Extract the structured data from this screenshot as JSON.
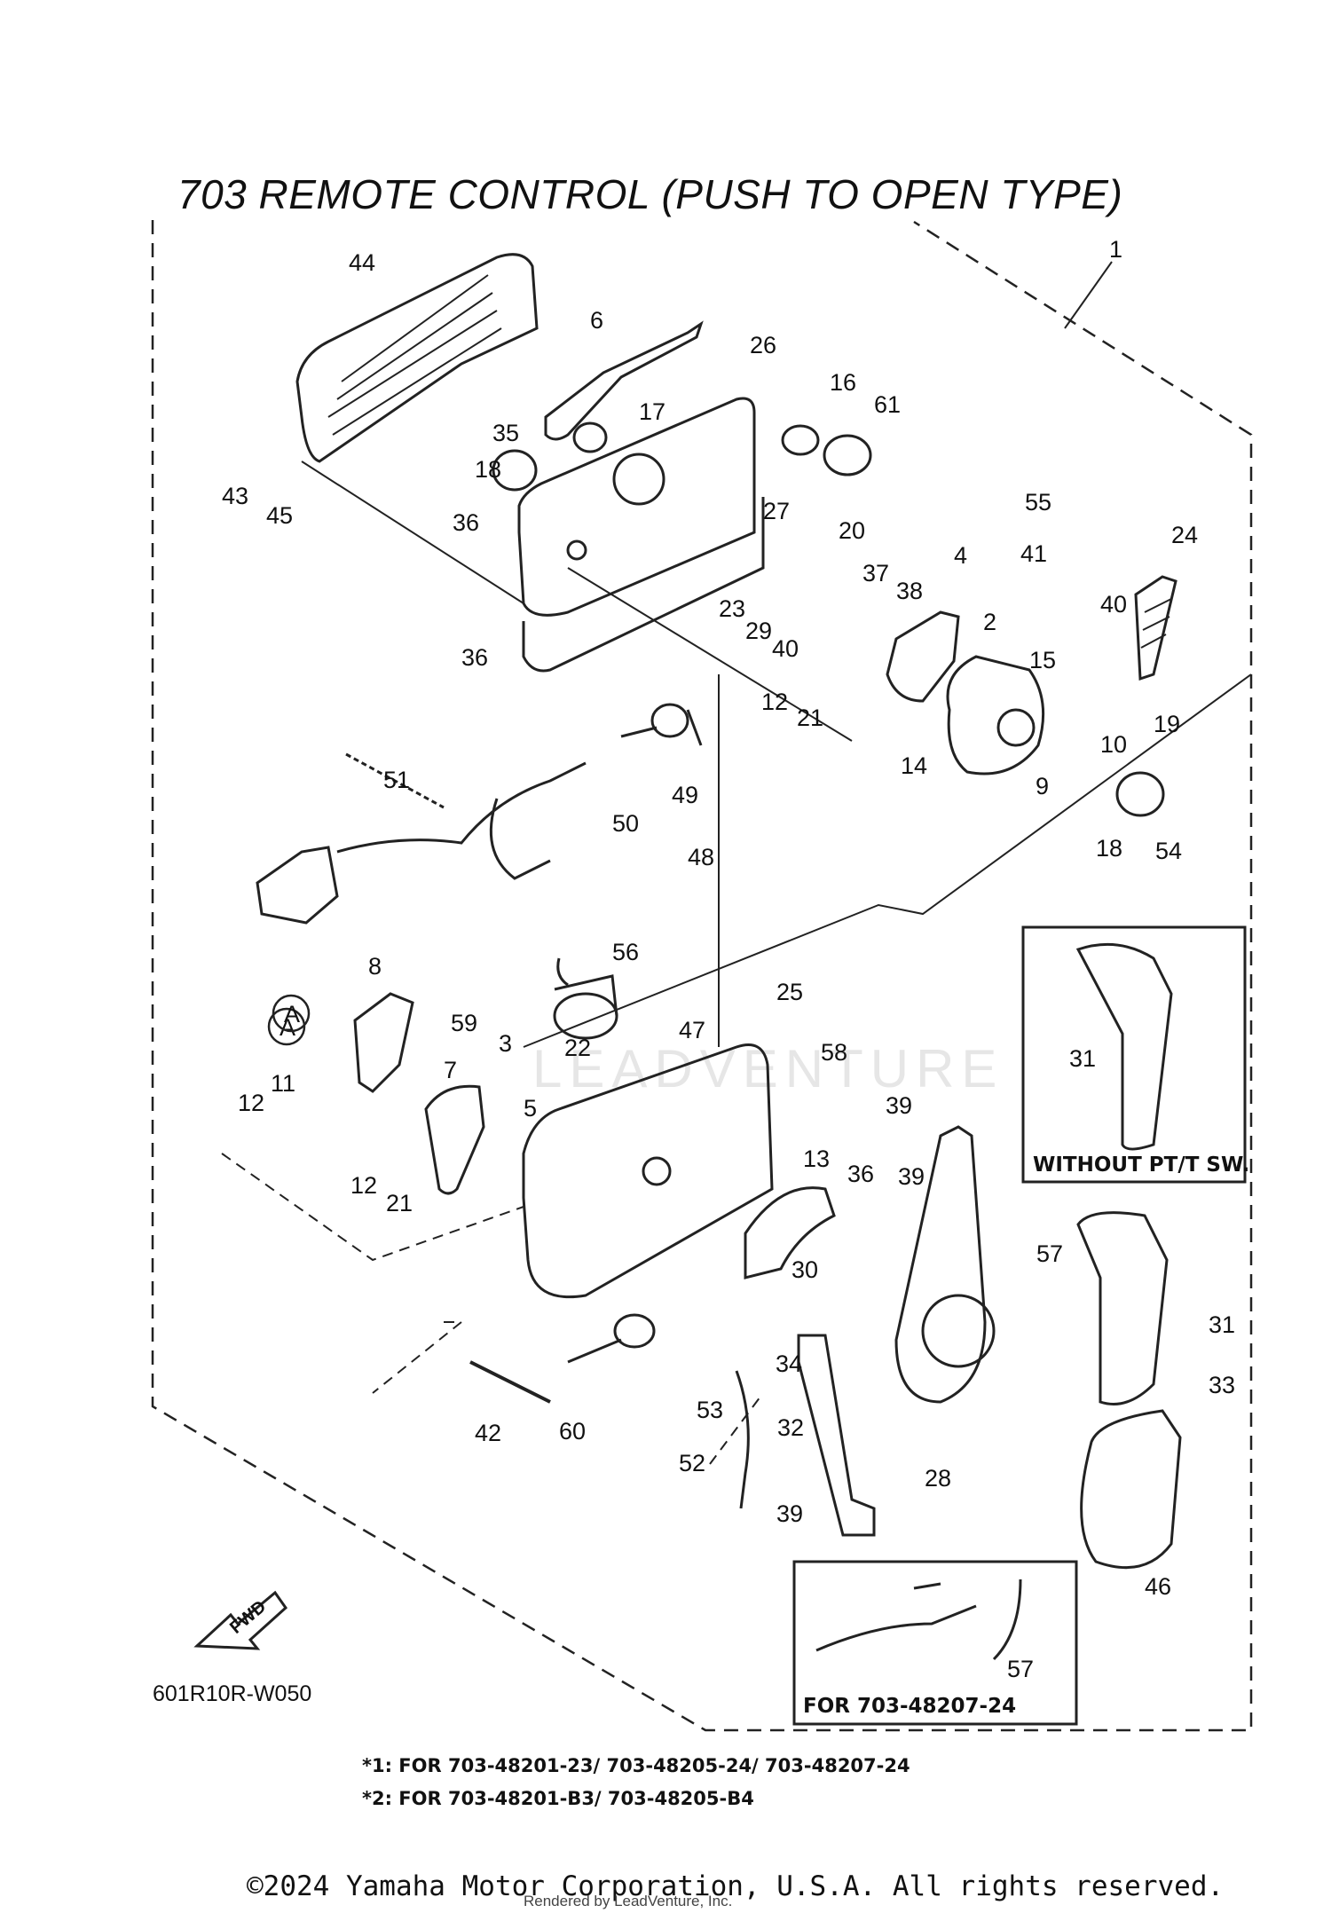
{
  "title": "703 REMOTE CONTROL (PUSH TO OPEN TYPE)",
  "diagram_code": "601R10R-W050",
  "fwd_label": "FWD",
  "inset_without_pt": "WITHOUT PT/T SW.",
  "inset_for_model": "FOR 703-48207-24",
  "footnotes": [
    "*1: FOR 703-48201-23/ 703-48205-24/ 703-48207-24",
    "*2: FOR 703-48201-B3/ 703-48205-B4"
  ],
  "copyright": "©2024 Yamaha Motor Corporation, U.S.A. All rights reserved.",
  "rendered_by": "Rendered by LeadVenture, Inc.",
  "watermark": "LEADVENTURE",
  "callouts": [
    "1",
    "44",
    "6",
    "26",
    "16",
    "61",
    "17",
    "35",
    "18",
    "43",
    "45",
    "36",
    "27",
    "20",
    "55",
    "24",
    "4",
    "37",
    "38",
    "41",
    "23",
    "29",
    "40",
    "2",
    "40",
    "15",
    "19",
    "36",
    "10",
    "9",
    "12",
    "21",
    "14",
    "51",
    "18",
    "54",
    "50",
    "49",
    "48",
    "56",
    "59",
    "8",
    "25",
    "47",
    "22",
    "58",
    "3",
    "A",
    "7",
    "A",
    "11",
    "12",
    "5",
    "12",
    "21",
    "13",
    "36",
    "39",
    "39",
    "30",
    "57",
    "31",
    "31",
    "33",
    "34",
    "42",
    "53",
    "60",
    "32",
    "52",
    "28",
    "39",
    "46",
    "57"
  ]
}
